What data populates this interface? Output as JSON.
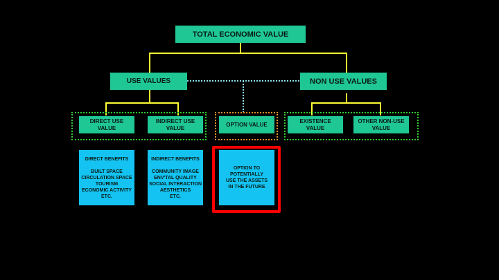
{
  "title": "TOTAL ECONOMIC VALUE",
  "use_values": "USE VALUES",
  "non_use_values": "NON USE VALUES",
  "direct_use": "DIRECT USE\nVALUE",
  "indirect_use": "INDIRECT USE\nVALUE",
  "option_value": "OPTION VALUE",
  "existence": "EXISTENCE\nVALUE",
  "other_non_use": "OTHER NON-USE\nVALUE",
  "direct_benefits": "DIRECT BENEFITS\n\nBUILT SPACE\nCIRCULATION SPACE\nTOURISM\nECONOMIC ACTIVITY\nETC.",
  "indirect_benefits": "INDIRECT BENEFITS\n\nCOMMUNITY IMAGE\nENV'TAL QUALITY\nSOCIAL INTERACTION\nAESTHETICS\nETC.",
  "option_desc": "OPTION TO\nPOTENTIALLY\nUSE THE ASSETS\nIN THE FUTURE",
  "colors": {
    "green": "#1fc795",
    "cyan": "#14c3f2",
    "yellow": "#ffff33",
    "highlight": "#ff0000"
  }
}
